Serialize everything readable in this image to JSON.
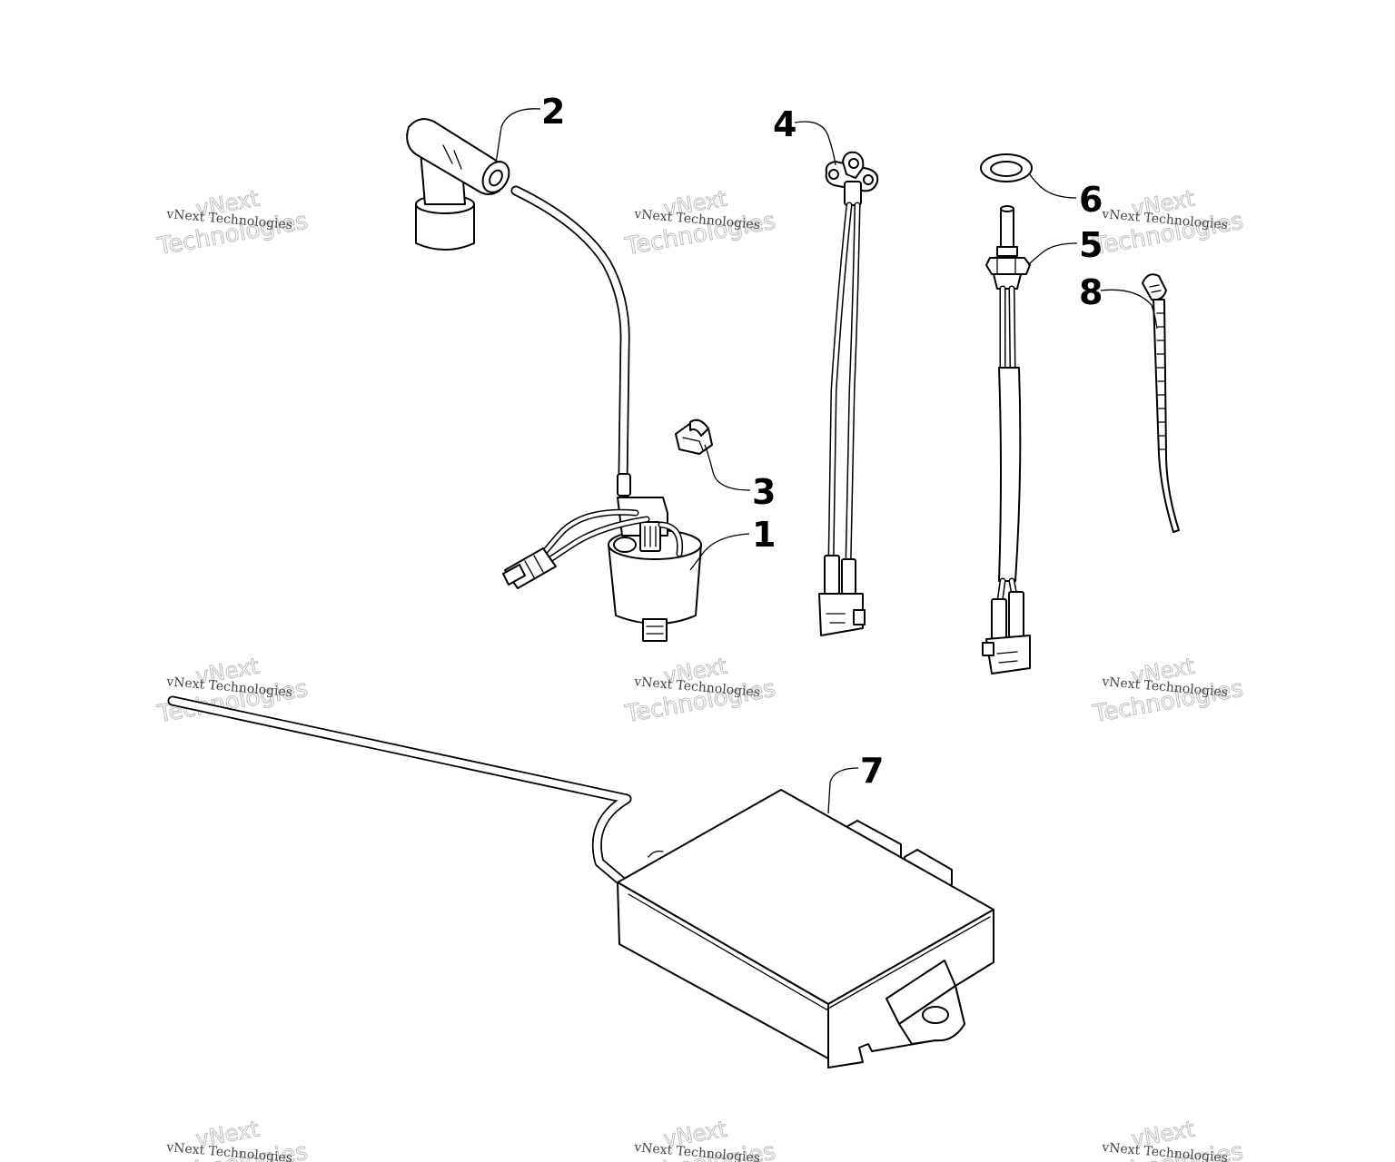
{
  "callouts": {
    "c1": "1",
    "c2": "2",
    "c3": "3",
    "c4": "4",
    "c5": "5",
    "c6": "6",
    "c7": "7",
    "c8": "8"
  },
  "watermark": {
    "line_top": "vNext",
    "line_bottom": "Technologies",
    "small": "vNext Technologies"
  },
  "colors": {
    "line": "#000000",
    "background": "#ffffff",
    "watermark": "#b8b8b8"
  }
}
